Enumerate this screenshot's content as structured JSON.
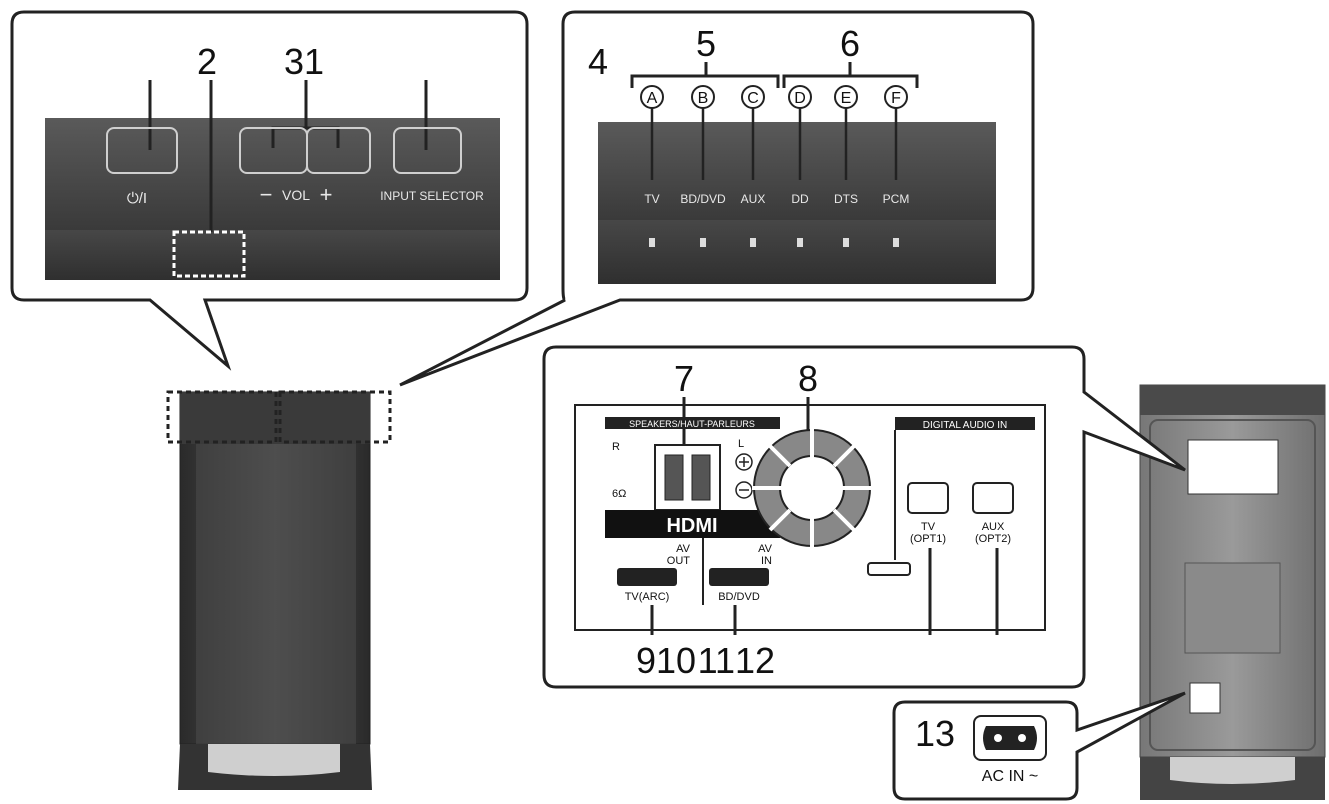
{
  "callouts": {
    "c2": "2",
    "c3": "3",
    "c1": "1",
    "c4": "4",
    "c5": "5",
    "c6": "6",
    "c7": "7",
    "c8": "8",
    "c9": "9",
    "c10": "10",
    "c11": "11",
    "c12": "12",
    "c13": "13"
  },
  "top_panel": {
    "power_label": "⏻/I",
    "vol_minus": "−",
    "vol_label": "VOL",
    "vol_plus": "+",
    "input_selector_label": "INPUT SELECTOR"
  },
  "indicators": [
    {
      "letter": "A",
      "label": "TV"
    },
    {
      "letter": "B",
      "label": "BD/DVD"
    },
    {
      "letter": "C",
      "label": "AUX"
    },
    {
      "letter": "D",
      "label": "DD"
    },
    {
      "letter": "E",
      "label": "DTS"
    },
    {
      "letter": "F",
      "label": "PCM"
    }
  ],
  "rear_panel": {
    "speakers_label": "SPEAKERS/HAUT-PARLEURS",
    "r_label": "R",
    "l_label": "L",
    "impedance": "6Ω",
    "hdmi_logo": "HDMI",
    "av_out": [
      "AV",
      "OUT"
    ],
    "av_in": [
      "AV",
      "IN"
    ],
    "tv_arc": "TV(ARC)",
    "bd_dvd": "BD/DVD",
    "digital_audio_in": "DIGITAL AUDIO IN",
    "opt1": [
      "TV",
      "(OPT1)"
    ],
    "opt2": [
      "AUX",
      "(OPT2)"
    ]
  },
  "ac_in": {
    "label": "AC IN ~"
  }
}
